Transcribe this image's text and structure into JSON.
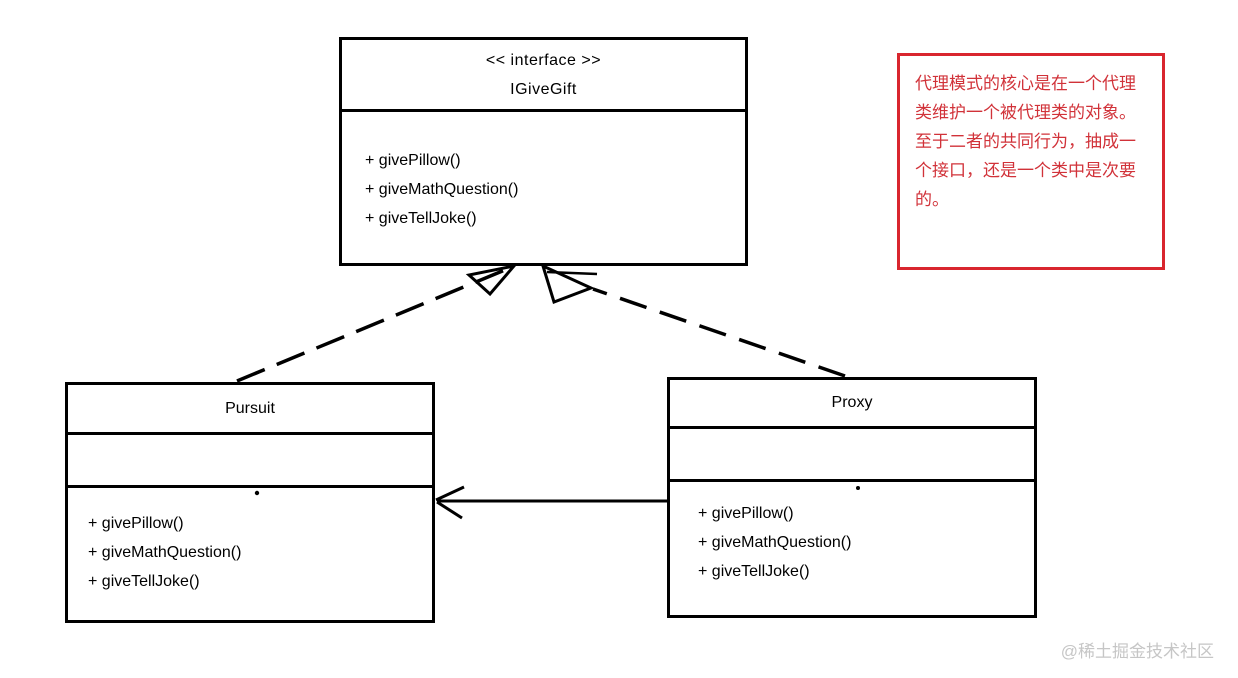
{
  "colors": {
    "line": "#000000",
    "note_border": "#d9262e",
    "note_text": "#d13239",
    "watermark": "#c6c6c6"
  },
  "interface_class": {
    "stereotype": "<< interface >>",
    "name": "IGiveGift",
    "methods": [
      "+ givePillow()",
      "+ giveMathQuestion()",
      "+ giveTellJoke()"
    ]
  },
  "pursuit_class": {
    "name": "Pursuit",
    "attributes": [],
    "methods": [
      "+ givePillow()",
      "+ giveMathQuestion()",
      "+ giveTellJoke()"
    ]
  },
  "proxy_class": {
    "name": "Proxy",
    "attributes": [],
    "methods": [
      "+ givePillow()",
      "+ giveMathQuestion()",
      "+ giveTellJoke()"
    ]
  },
  "note": {
    "lines": [
      "代理模式的核心是在一个代理",
      "类维护一个被代理类的对象。",
      "至于二者的共同行为，抽成一",
      "个接口，还是一个类中是次要",
      "的。"
    ]
  },
  "relations": [
    {
      "from": "Pursuit",
      "to": "IGiveGift",
      "type": "realization",
      "style": "dashed-hollow-triangle"
    },
    {
      "from": "Proxy",
      "to": "IGiveGift",
      "type": "realization",
      "style": "dashed-hollow-triangle"
    },
    {
      "from": "Proxy",
      "to": "Pursuit",
      "type": "association",
      "style": "solid-open-arrow"
    }
  ],
  "watermark": "@稀土掘金技术社区"
}
